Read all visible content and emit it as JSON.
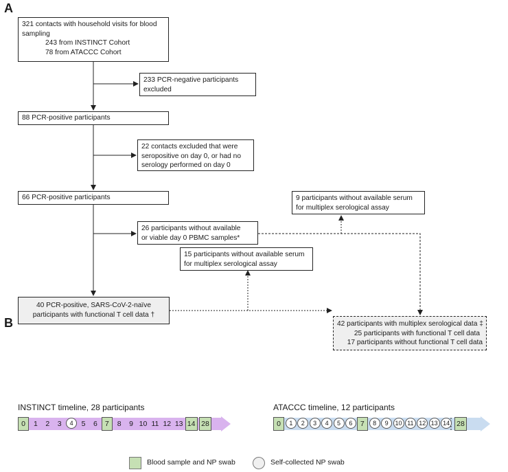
{
  "panels": {
    "a": "A",
    "b": "B"
  },
  "flow": {
    "box1": [
      "321 contacts with household visits for blood",
      "sampling",
      "243 from INSTINCT Cohort",
      "78 from ATACCC Cohort"
    ],
    "box2": [
      "233 PCR-negative participants",
      "excluded"
    ],
    "box3": "88 PCR-positive participants",
    "box4": [
      "22 contacts excluded that were",
      "seropositive on day 0, or had no",
      "serology performed on day 0"
    ],
    "box5": "66 PCR-positive participants",
    "box6": [
      "9 participants without available serum",
      "for multiplex serological assay"
    ],
    "box7": [
      "26 participants without available",
      "or viable day 0 PBMC samples*"
    ],
    "box8": [
      "15 participants without available serum",
      "for multiplex serological assay"
    ],
    "box9": [
      "40 PCR-positive, SARS-CoV-2-naïve",
      "participants with functional T cell data †"
    ],
    "box10": [
      "42 participants with multiplex serological data ‡",
      "25 participants with functional T cell data",
      "17 participants without functional T cell data"
    ]
  },
  "timelines": {
    "instinct": {
      "title": "INSTINCT timeline, 28 participants",
      "days": [
        "0",
        "1",
        "2",
        "3",
        "4",
        "5",
        "6",
        "7",
        "8",
        "9",
        "10",
        "11",
        "12",
        "13",
        "14",
        "28"
      ],
      "blood_days": [
        "0",
        "7",
        "14",
        "28"
      ],
      "swab_days": [
        "4"
      ],
      "arrow_color": "#d9b3ee"
    },
    "ataccc": {
      "title": "ATACCC timeline, 12 participants",
      "days": [
        "0",
        "1",
        "2",
        "3",
        "4",
        "5",
        "6",
        "7",
        "8",
        "9",
        "10",
        "11",
        "12",
        "13",
        "14",
        "28"
      ],
      "blood_days": [
        "0",
        "7",
        "28"
      ],
      "swab_days": [
        "1",
        "2",
        "3",
        "4",
        "5",
        "6",
        "8",
        "9",
        "10",
        "11",
        "12",
        "13",
        "14"
      ],
      "arrow_color": "#c9dcf0"
    }
  },
  "legend": {
    "blood": "Blood sample and NP swab",
    "swab": "Self-collected NP swab"
  },
  "colors": {
    "green": "#c6e0b4",
    "grey_box": "#efefef"
  }
}
